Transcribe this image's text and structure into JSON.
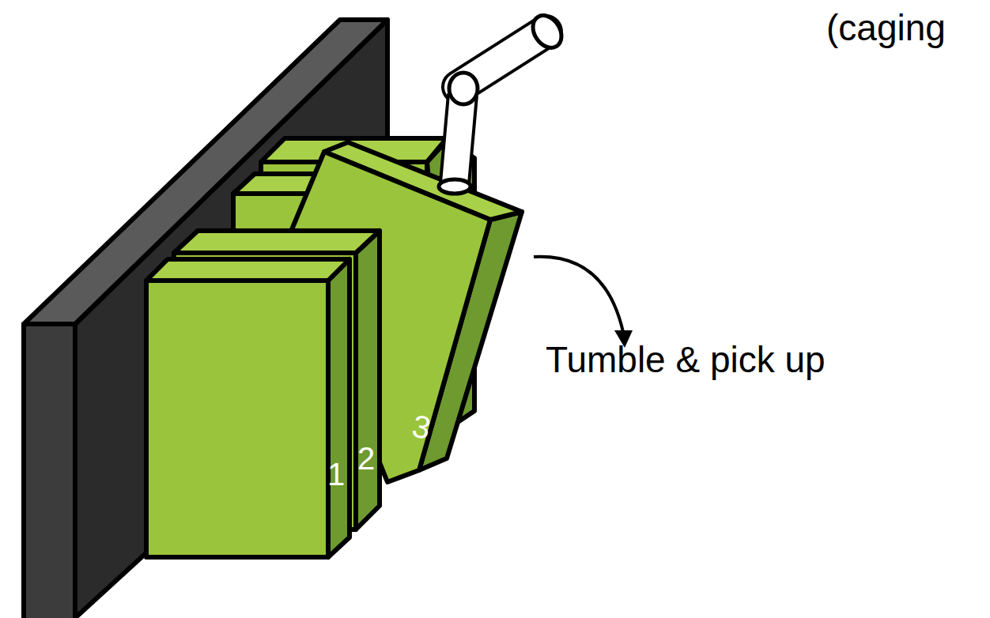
{
  "diagram": {
    "labels": [
      "(caging",
      "1",
      "2",
      "3",
      "Tumble & pick up"
    ]
  }
}
